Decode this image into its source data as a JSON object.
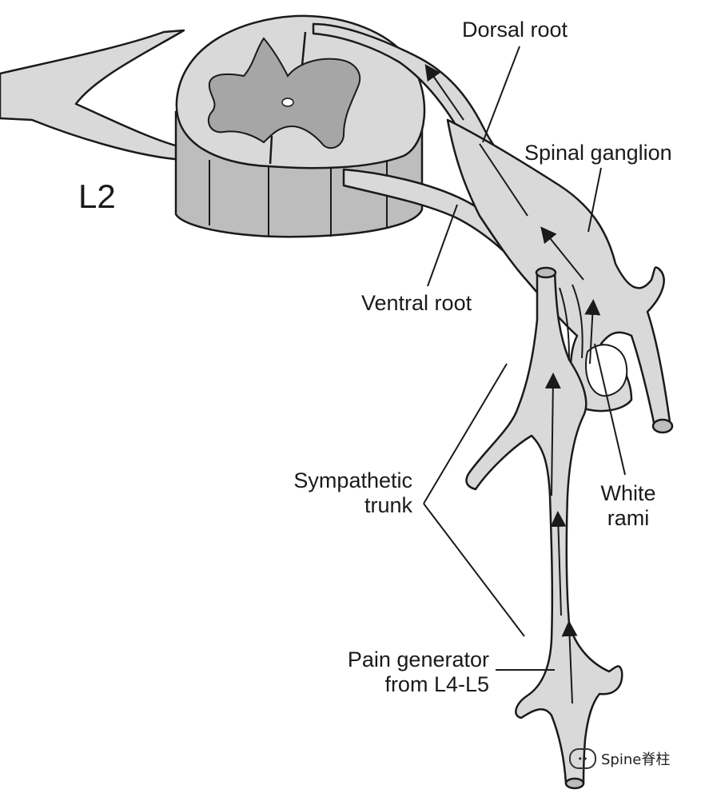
{
  "diagram": {
    "level_label": "L2",
    "labels": {
      "dorsal_root": "Dorsal root",
      "spinal_ganglion": "Spinal ganglion",
      "ventral_root": "Ventral root",
      "sympathetic_trunk_line1": "Sympathetic",
      "sympathetic_trunk_line2": "trunk",
      "white_rami_line1": "White",
      "white_rami_line2": "rami",
      "pain_generator_line1": "Pain generator",
      "pain_generator_line2": "from L4-L5"
    }
  },
  "watermark": {
    "icon": "wechat-icon",
    "text": "Spine脊柱"
  },
  "colors": {
    "tissue_fill": "#d9d9d9",
    "gray_matter": "#a6a6a6",
    "cylinder_side": "#bdbdbd",
    "outline": "#1a1a1a"
  }
}
